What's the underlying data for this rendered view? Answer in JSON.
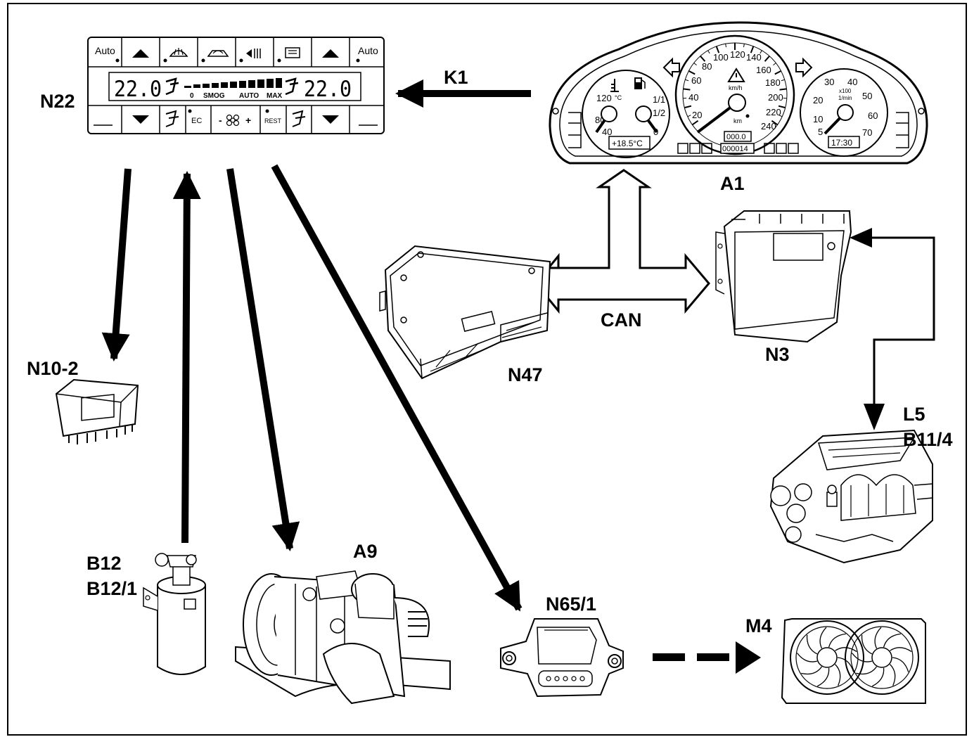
{
  "components": {
    "n22": "N22",
    "k1": "K1",
    "a1": "A1",
    "can": "CAN",
    "n47": "N47",
    "n3": "N3",
    "n10_2": "N10-2",
    "l5": "L5",
    "b11_4": "B11/4",
    "b12": "B12",
    "b12_1": "B12/1",
    "a9": "A9",
    "n65_1": "N65/1",
    "m4": "M4"
  },
  "climate_panel": {
    "auto_left": "Auto",
    "auto_right": "Auto",
    "temp_left": "22.0",
    "temp_right": "22.0",
    "fan_0": "0",
    "smog": "SMOG",
    "auto_mode": "AUTO",
    "max": "MAX",
    "ec": "EC",
    "rest": "REST",
    "fan_minus": "-",
    "fan_plus": "+"
  },
  "cluster": {
    "speed_ticks": [
      "20",
      "40",
      "60",
      "80",
      "100",
      "120",
      "140",
      "160",
      "180",
      "200",
      "220",
      "240"
    ],
    "speed_unit": "km/h",
    "km_label": "km",
    "trip": "000.0",
    "odometer": "000014",
    "outside_temp": "+18.5°C",
    "clock": "17:30",
    "temp_ticks": [
      "40",
      "80",
      "120"
    ],
    "temp_unit": "°C",
    "fuel_ticks": [
      "0",
      "1/2",
      "1/1"
    ],
    "rpm_ticks": [
      "5",
      "10",
      "20",
      "30",
      "40",
      "50",
      "60",
      "70"
    ],
    "rpm_unit_top": "x100",
    "rpm_unit_bottom": "1/min"
  }
}
